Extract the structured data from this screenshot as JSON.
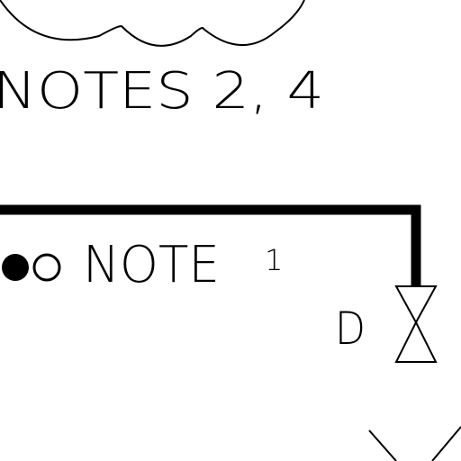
{
  "diagram": {
    "cloud_callout": {
      "text": "NOTES 2, 4"
    },
    "pipe": {
      "note_text": "NOTE",
      "note_number": "1"
    },
    "valve": {
      "tag": "D"
    },
    "colors": {
      "ink": "#000000",
      "paper": "#ffffff"
    }
  }
}
